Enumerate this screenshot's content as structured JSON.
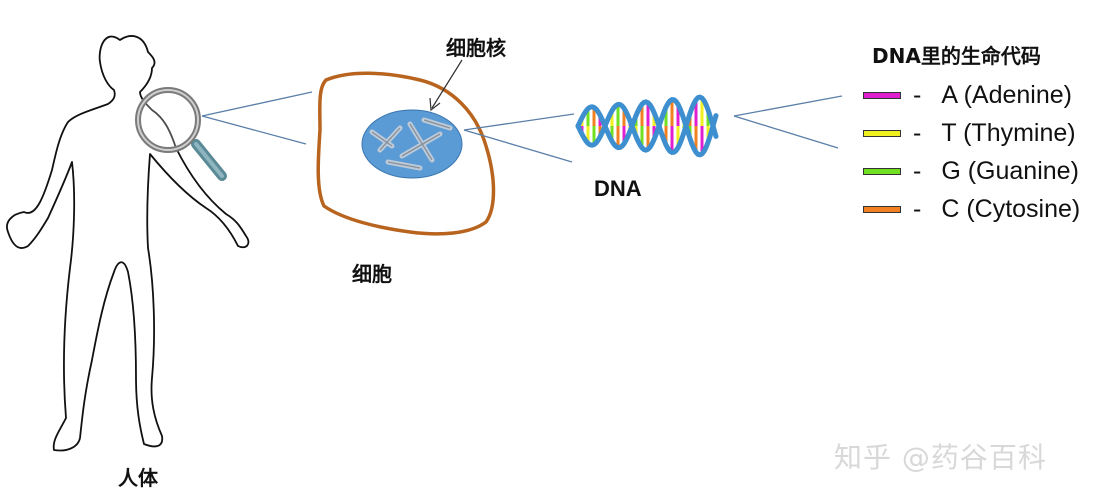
{
  "labels": {
    "body": "人体",
    "cell": "细胞",
    "nucleus": "细胞核",
    "dna": "DNA"
  },
  "legend": {
    "title": "DNA里的生命代码",
    "items": [
      {
        "dash": "-",
        "text": "A (Adenine)",
        "color": "#e020d0",
        "icon": "magenta-swatch"
      },
      {
        "dash": "-",
        "text": "T (Thymine)",
        "color": "#f0f020",
        "icon": "yellow-swatch"
      },
      {
        "dash": "-",
        "text": "G (Guanine)",
        "color": "#70e020",
        "icon": "green-swatch"
      },
      {
        "dash": "-",
        "text": "C (Cytosine)",
        "color": "#f08020",
        "icon": "orange-swatch"
      }
    ]
  },
  "watermark": "知乎 @药谷百科",
  "colors": {
    "cell_outline": "#b8641e",
    "nucleus_fill": "#5b9bd5",
    "connector_lines": "#5a7fa8",
    "dna_backbone": "#3d8fd0"
  }
}
